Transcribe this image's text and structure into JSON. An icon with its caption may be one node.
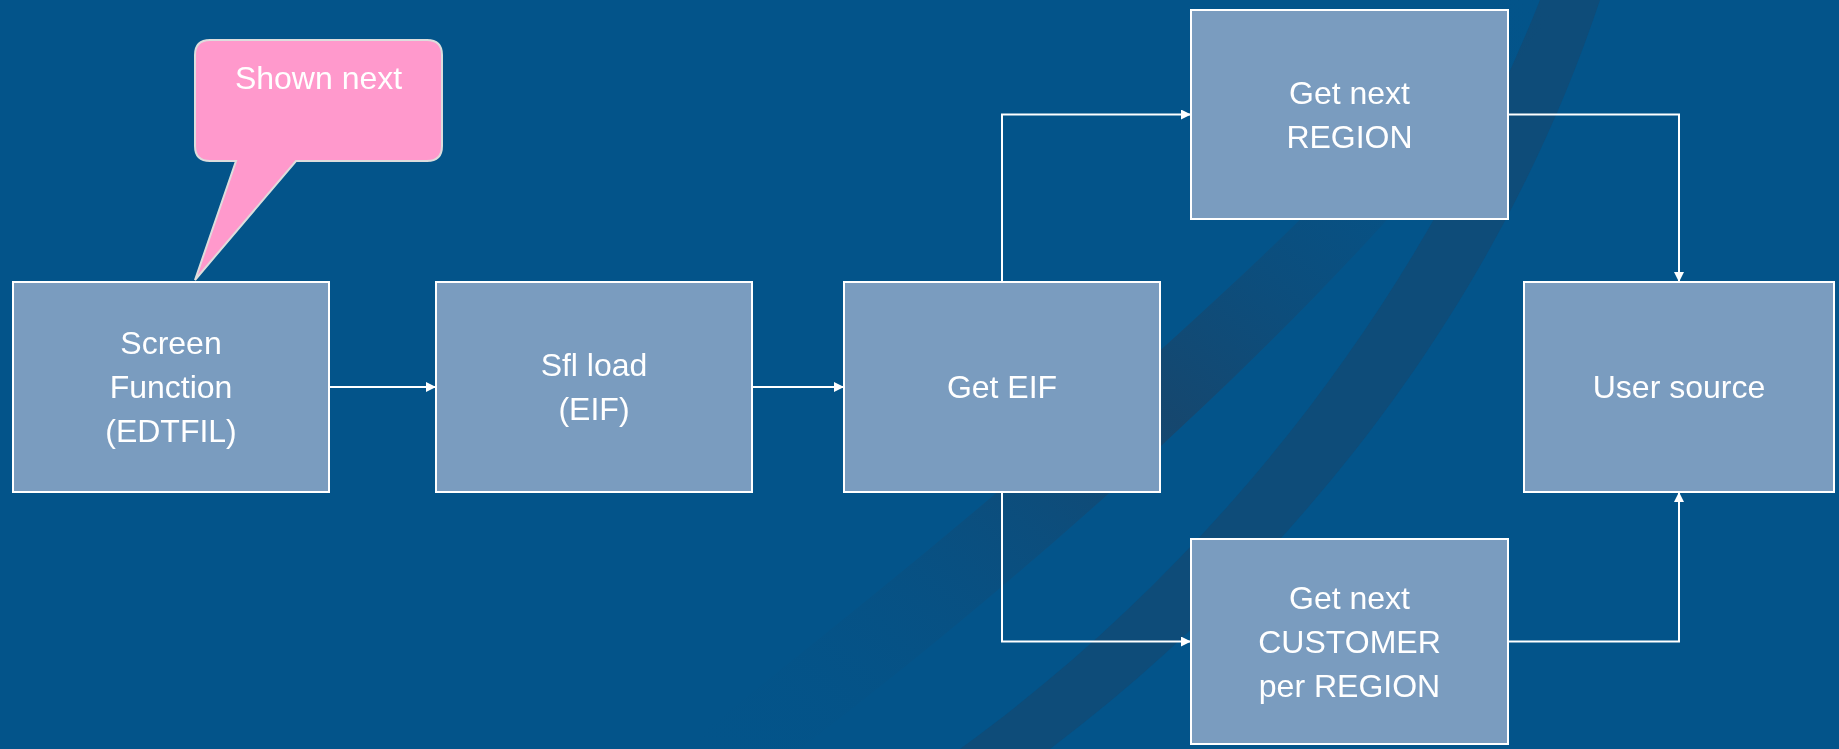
{
  "diagram": {
    "nodes": [
      {
        "text": [
          "Shown next"
        ]
      },
      {
        "text": [
          "Screen Function (EDTFIL)"
        ]
      },
      {
        "text": [
          "Sfl load (EIF)"
        ]
      },
      {
        "text": [
          "Get EIF"
        ]
      },
      {
        "text": [
          "Get next REGION"
        ]
      },
      {
        "text": [
          "User source"
        ]
      },
      {
        "text": [
          "Get next CUSTOMER per REGION"
        ]
      }
    ],
    "edges": [
      {
        "from": 1,
        "to": 2,
        "arrow": "to"
      },
      {
        "from": 2,
        "to": 3,
        "arrow": "to"
      },
      {
        "from": 3,
        "to": 4,
        "arrow": "to"
      },
      {
        "from": 3,
        "to": 6,
        "arrow": "to"
      },
      {
        "from": 4,
        "to": 5,
        "arrow": "to"
      },
      {
        "from": 6,
        "to": 5,
        "arrow": "to"
      }
    ]
  }
}
